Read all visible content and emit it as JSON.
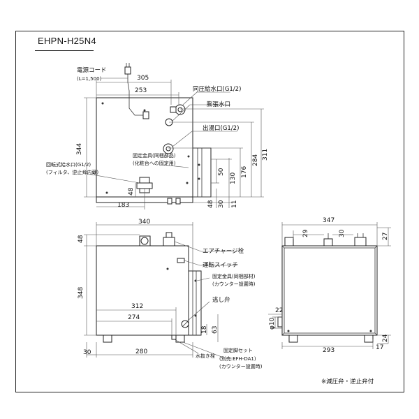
{
  "model": "EHPN-H25N4",
  "labels": {
    "power_cord": "電源コード",
    "power_cord_length": "(L=1,500)",
    "same_pressure_inlet": "同圧給水口(G1/2)",
    "expansion_port": "膨張水口",
    "hot_water_outlet": "出湯口(G1/2)",
    "fixing_bracket_1": "固定金具(同梱部品)",
    "fixing_bracket_1b": "(化粧台への固定用)",
    "rotary_inlet": "回転式給水口(G1/2)",
    "rotary_inlet_note": "(フィルタ、逆止弁内蔵)",
    "air_charge_plug": "エアチャージ栓",
    "operation_switch": "運転スイッチ",
    "fixing_bracket_2": "固定金具(同梱部材)",
    "fixing_bracket_2b": "(カウンター設置時)",
    "relief_valve": "逃し弁",
    "drain_plug": "水抜き栓",
    "leg_set": "固定脚セット",
    "leg_set_b": "(別売:EFH-DA1)",
    "leg_set_c": "(カウンター設置時)",
    "footnote": "※減圧弁・逆止弁付"
  },
  "dimensions": {
    "top_view": [
      "305",
      "253",
      "344",
      "48",
      "183",
      "311",
      "284",
      "176",
      "130",
      "50",
      "48",
      "30",
      "11"
    ],
    "front_view": [
      "340",
      "48",
      "348",
      "312",
      "274",
      "18",
      "63",
      "30",
      "280"
    ],
    "side_view": [
      "347",
      "29",
      "30",
      "27",
      "22",
      "φ10",
      "293",
      "17",
      "24"
    ]
  }
}
